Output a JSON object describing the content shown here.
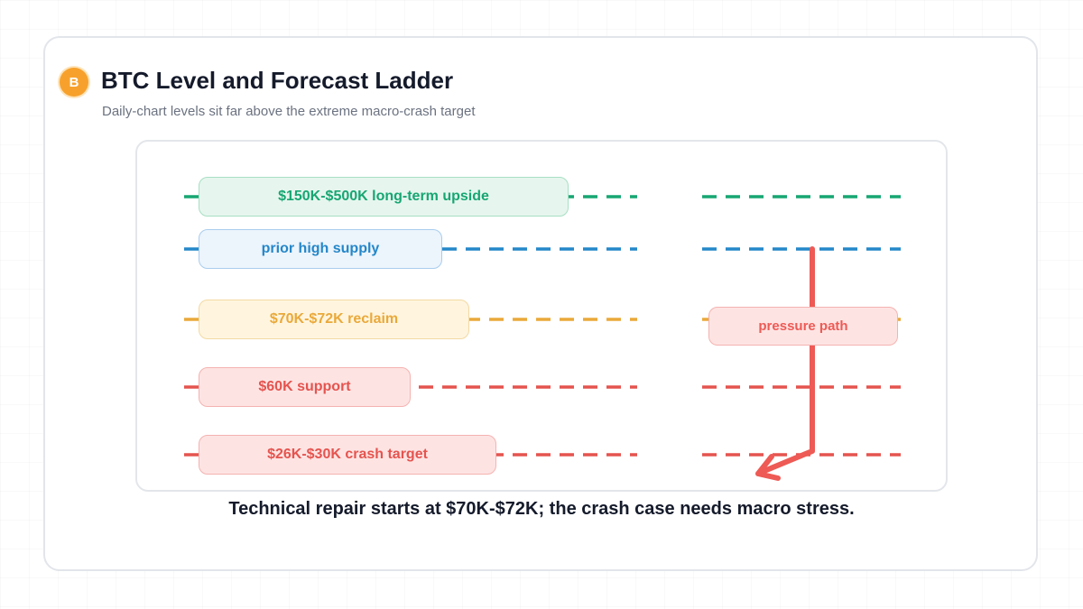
{
  "header": {
    "badge": "B",
    "title": "BTC Level and Forecast Ladder",
    "subtitle": "Daily-chart levels sit far above the extreme macro-crash target"
  },
  "levels": [
    {
      "label": "$150K-$500K long-term upside",
      "color": "#17a673",
      "fill": "#e6f6ee",
      "border": "#a8dfc4"
    },
    {
      "label": "prior high supply",
      "color": "#2487c9",
      "fill": "#ecf4fc",
      "border": "#a9cdee"
    },
    {
      "label": "$70K-$72K reclaim",
      "color": "#eaa93a",
      "fill": "#fff5df",
      "border": "#f3d9a3"
    },
    {
      "label": "$60K support",
      "color": "#e5544f",
      "fill": "#fde4e3",
      "border": "#f4b3b1"
    },
    {
      "label": "$26K-$30K crash target",
      "color": "#e5544f",
      "fill": "#fde4e3",
      "border": "#f4b3b1"
    }
  ],
  "path": {
    "label": "pressure path",
    "color": "#ee5a55",
    "fill": "#fde4e3",
    "border": "#f4b3b1"
  },
  "caption": "Technical repair starts at $70K-$72K; the crash case needs macro stress."
}
